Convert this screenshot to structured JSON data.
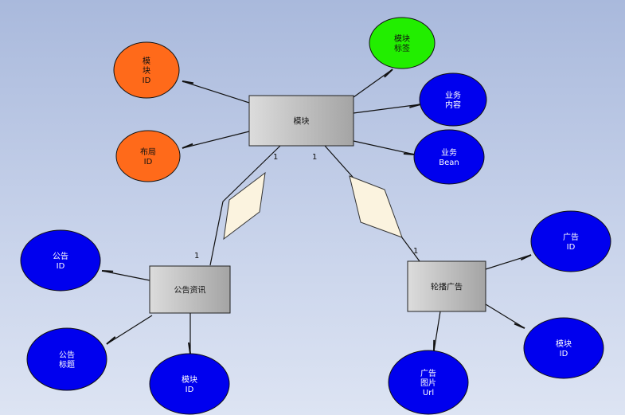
{
  "colors": {
    "entity_fill_light": "#dcdcdc",
    "entity_fill_dark": "#a8a8a8",
    "attr_blue": "#0000ee",
    "attr_orange": "#ff6a1a",
    "attr_green": "#22ee00",
    "diamond_fill": "#fbf3df",
    "line": "#111111"
  },
  "entities": [
    {
      "id": "module",
      "label": "模块"
    },
    {
      "id": "notice",
      "label": "公告资讯"
    },
    {
      "id": "carousel",
      "label": "轮播广告"
    }
  ],
  "attributes": [
    {
      "id": "a-module-id",
      "lines": [
        "模",
        "块",
        "ID"
      ],
      "color": "orange",
      "of": "module"
    },
    {
      "id": "a-layout-id",
      "lines": [
        "布局",
        "ID"
      ],
      "color": "orange",
      "of": "module"
    },
    {
      "id": "a-module-tag",
      "lines": [
        "模块",
        "标签"
      ],
      "color": "green",
      "of": "module"
    },
    {
      "id": "a-biz-content",
      "lines": [
        "业务",
        "内容"
      ],
      "color": "blue",
      "of": "module"
    },
    {
      "id": "a-biz-bean",
      "lines": [
        "业务",
        "Bean"
      ],
      "color": "blue",
      "of": "module"
    },
    {
      "id": "a-notice-id",
      "lines": [
        "公告",
        "ID"
      ],
      "color": "blue",
      "of": "notice"
    },
    {
      "id": "a-notice-title",
      "lines": [
        "公告",
        "标题"
      ],
      "color": "blue",
      "of": "notice"
    },
    {
      "id": "a-notice-module-id",
      "lines": [
        "模块",
        "ID"
      ],
      "color": "blue",
      "of": "notice"
    },
    {
      "id": "a-ad-id",
      "lines": [
        "广告",
        "ID"
      ],
      "color": "blue",
      "of": "carousel"
    },
    {
      "id": "a-ad-module-id",
      "lines": [
        "模块",
        "ID"
      ],
      "color": "blue",
      "of": "carousel"
    },
    {
      "id": "a-ad-image-url",
      "lines": [
        "广告",
        "图片",
        "Url"
      ],
      "color": "blue",
      "of": "carousel"
    }
  ],
  "relationships": [
    {
      "id": "rel-module-notice",
      "from": "module",
      "to": "notice",
      "card_from": "1",
      "card_to": "1"
    },
    {
      "id": "rel-module-carousel",
      "from": "module",
      "to": "carousel",
      "card_from": "1",
      "card_to": "1"
    }
  ]
}
